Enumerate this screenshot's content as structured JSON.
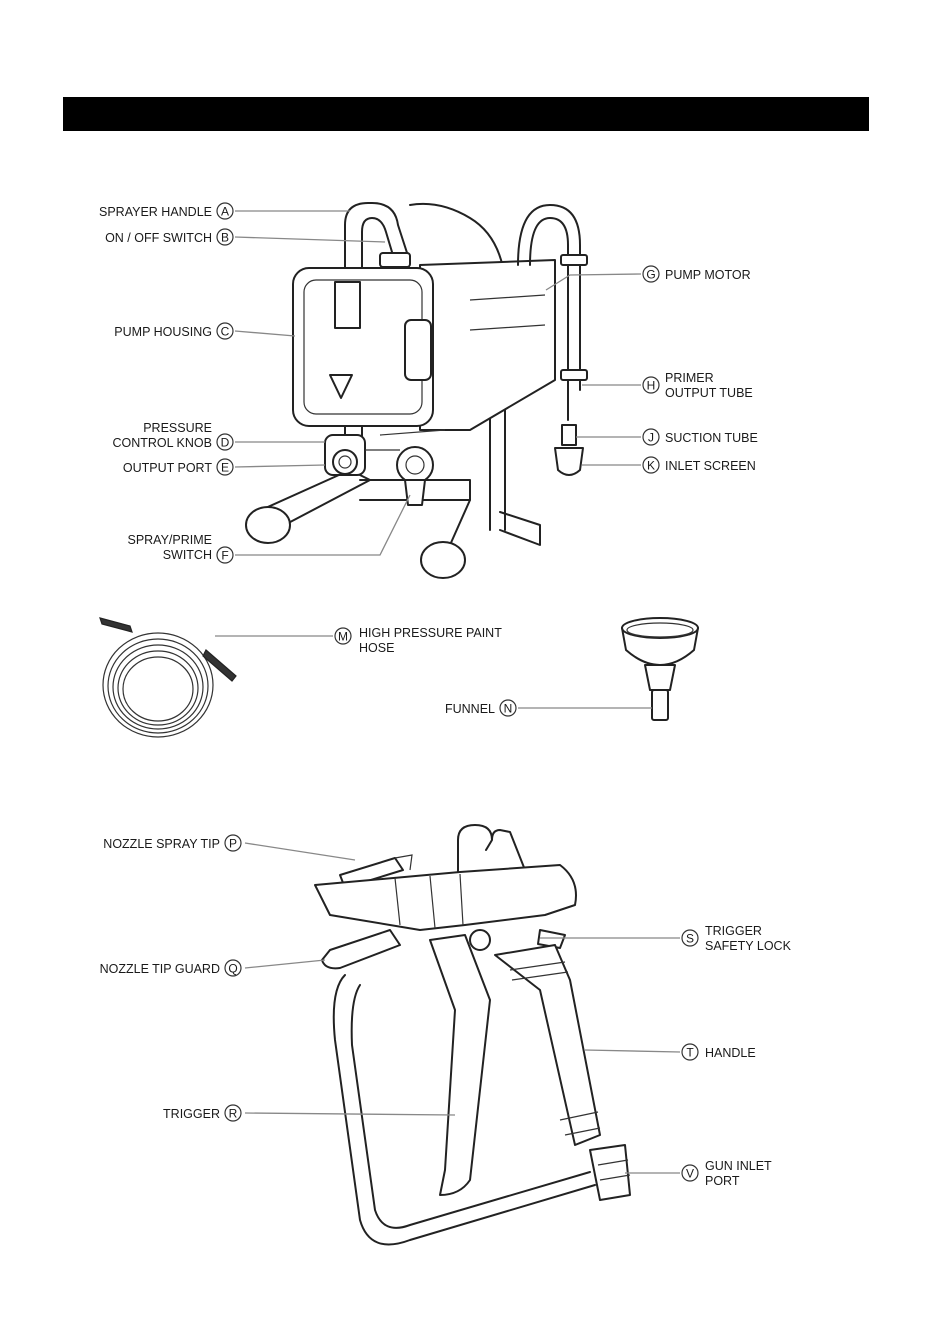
{
  "colors": {
    "header_bar": "#000000",
    "line": "#222222",
    "leader": "#888888"
  },
  "labels": {
    "A": {
      "letter": "A",
      "text": [
        "SPRAYER HANDLE"
      ]
    },
    "B": {
      "letter": "B",
      "text": [
        "ON / OFF SWITCH"
      ]
    },
    "C": {
      "letter": "C",
      "text": [
        "PUMP HOUSING"
      ]
    },
    "D": {
      "letter": "D",
      "text": [
        "PRESSURE",
        "CONTROL KNOB"
      ]
    },
    "E": {
      "letter": "E",
      "text": [
        "OUTPUT PORT"
      ]
    },
    "F": {
      "letter": "F",
      "text": [
        "SPRAY/PRIME",
        "SWITCH"
      ]
    },
    "G": {
      "letter": "G",
      "text": [
        "PUMP MOTOR"
      ]
    },
    "H": {
      "letter": "H",
      "text": [
        "PRIMER",
        "OUTPUT TUBE"
      ]
    },
    "J": {
      "letter": "J",
      "text": [
        "SUCTION TUBE"
      ]
    },
    "K": {
      "letter": "K",
      "text": [
        "INLET SCREEN"
      ]
    },
    "M": {
      "letter": "M",
      "text": [
        "HIGH PRESSURE PAINT",
        "HOSE"
      ]
    },
    "N": {
      "letter": "N",
      "text": [
        "FUNNEL"
      ]
    },
    "P": {
      "letter": "P",
      "text": [
        "NOZZLE SPRAY TIP"
      ]
    },
    "Q": {
      "letter": "Q",
      "text": [
        "NOZZLE TIP GUARD"
      ]
    },
    "R": {
      "letter": "R",
      "text": [
        "TRIGGER"
      ]
    },
    "S": {
      "letter": "S",
      "text": [
        "TRIGGER",
        "SAFETY LOCK"
      ]
    },
    "T": {
      "letter": "T",
      "text": [
        "HANDLE"
      ]
    },
    "V": {
      "letter": "V",
      "text": [
        "GUN INLET",
        "PORT"
      ]
    }
  }
}
